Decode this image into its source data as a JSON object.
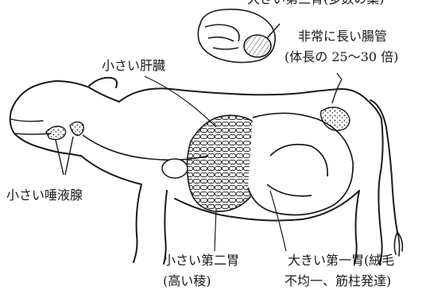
{
  "labels": {
    "top_partial": "大きい第三胃(多数の葉)",
    "intestine_line1": "非常に長い腸管",
    "intestine_line2": "(体長の 25〜30 倍)",
    "liver": "小さい肝臓",
    "salivary": "小さい唾液腺",
    "reticulum_line1": "小さい第二胃",
    "reticulum_line2": "(高い稜)",
    "rumen_line1": "大きい第一胃(絨毛",
    "rumen_line2": "不均一、筋柱発達)"
  },
  "colors": {
    "ink": "#1a1a1a",
    "paper": "#ffffff"
  }
}
